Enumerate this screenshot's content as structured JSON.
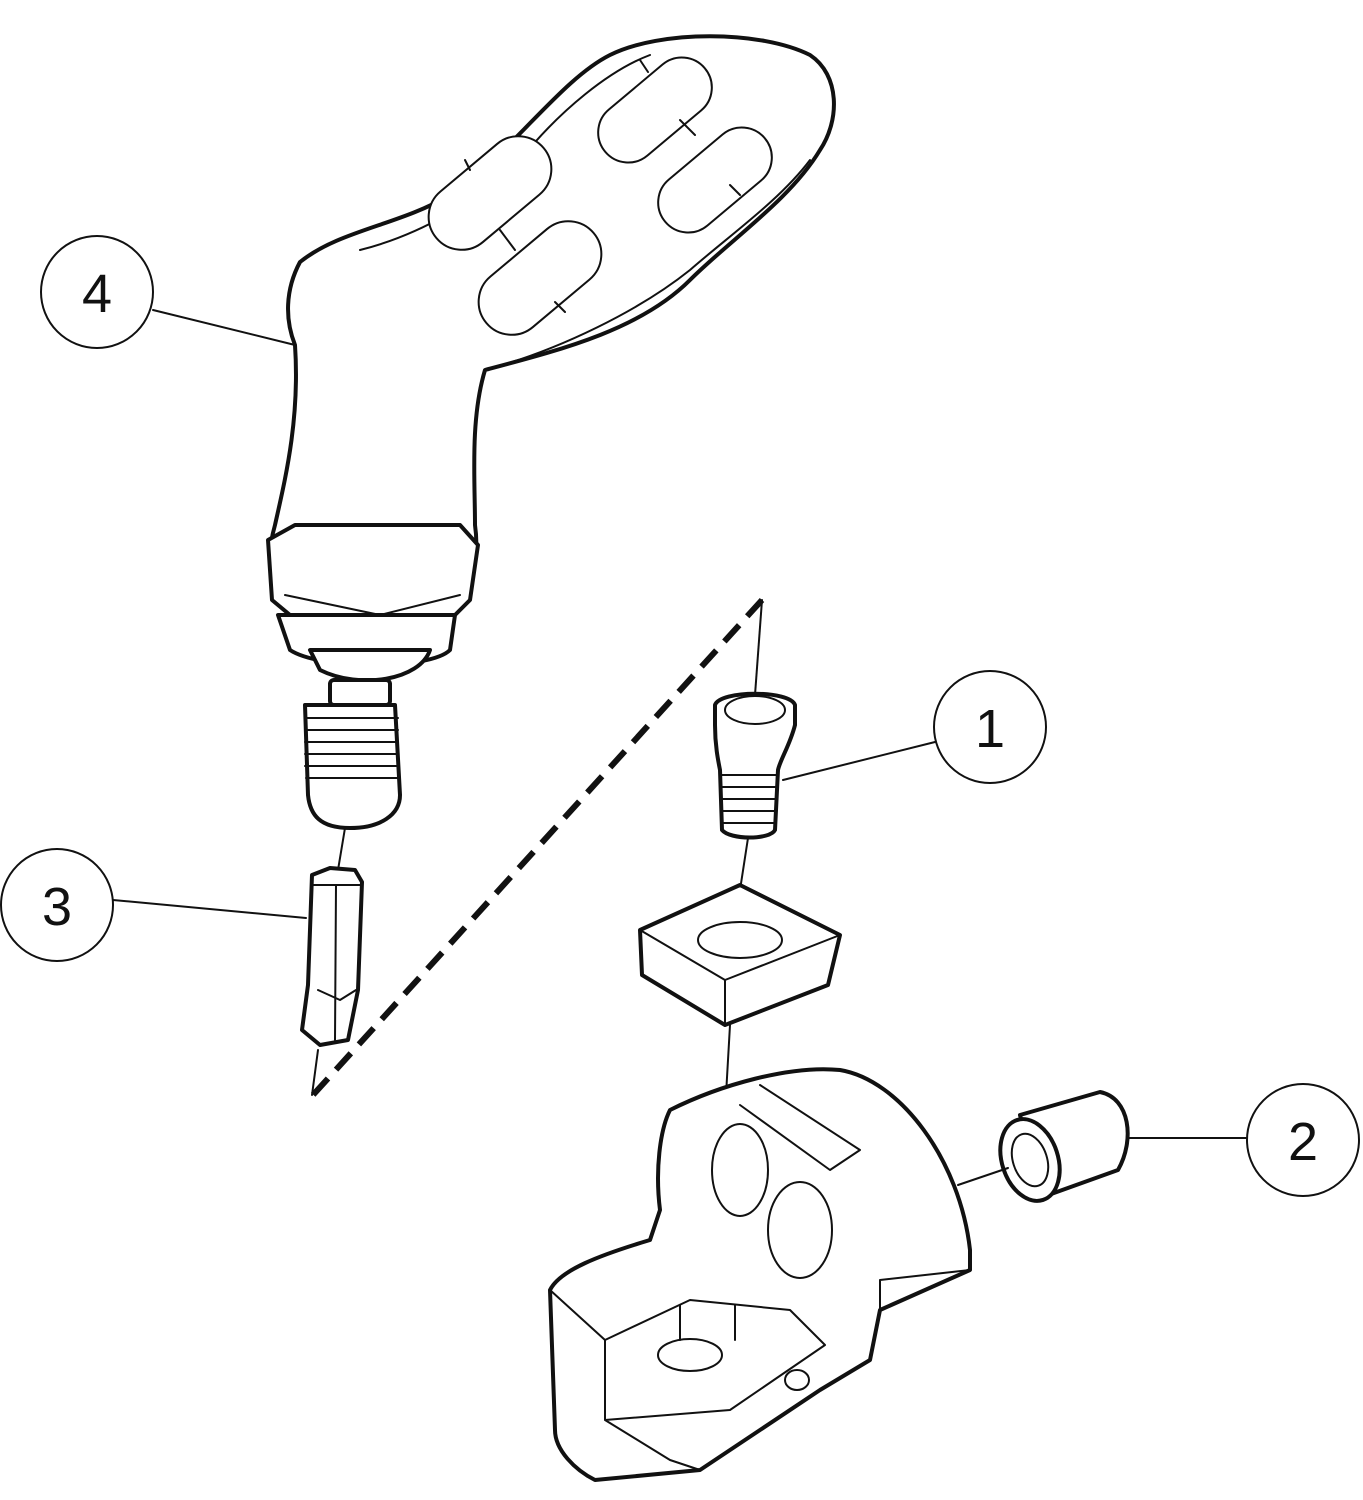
{
  "callouts": [
    {
      "id": "1",
      "label": "1",
      "part": "screw"
    },
    {
      "id": "2",
      "label": "2",
      "part": "sleeve"
    },
    {
      "id": "3",
      "label": "3",
      "part": "torx-bit"
    },
    {
      "id": "4",
      "label": "4",
      "part": "torque-wrench-handle"
    }
  ],
  "colors": {
    "line": "#111111",
    "background": "#ffffff"
  }
}
